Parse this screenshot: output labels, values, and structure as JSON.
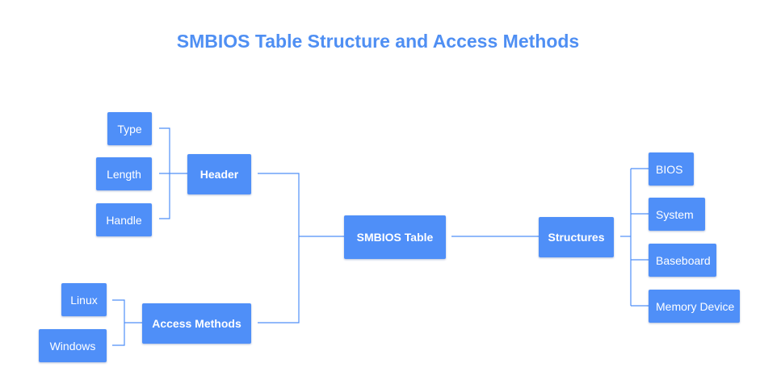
{
  "title": "SMBIOS Table Structure and Access Methods",
  "colors": {
    "title": "#4f8ff3",
    "node_fill": "#4f8ff8",
    "node_text": "#ffffff",
    "connector": "#4f8ff8"
  },
  "nodes": {
    "root": "SMBIOS Table",
    "header": "Header",
    "access_methods": "Access Methods",
    "structures": "Structures",
    "header_children": [
      "Type",
      "Length",
      "Handle"
    ],
    "access_children": [
      "Linux",
      "Windows"
    ],
    "structure_children": [
      "BIOS",
      "System",
      "Baseboard",
      "Memory Device"
    ]
  }
}
